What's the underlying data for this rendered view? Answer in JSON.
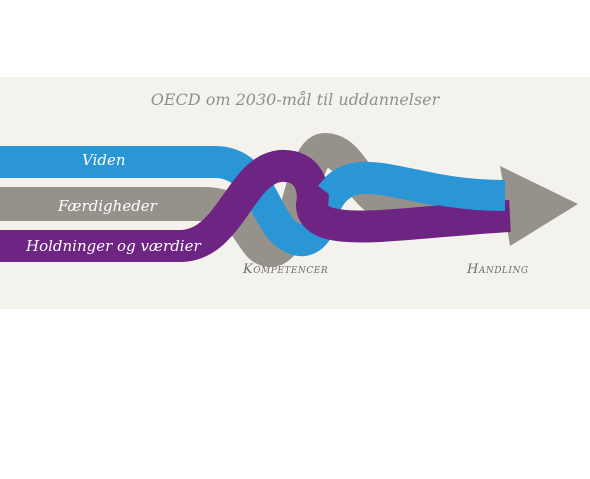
{
  "diagram": {
    "title": "OECD om 2030-mål til uddannelser",
    "strands": [
      {
        "label": "Viden",
        "color": "#2b96d6"
      },
      {
        "label": "Færdigheder",
        "color": "#97918c"
      },
      {
        "label": "Holdninger og værdier",
        "color": "#6e2483"
      }
    ],
    "captions": {
      "knot": "Kompetencer",
      "arrow": "Handling"
    },
    "colors": {
      "background": "#f4f2ed",
      "arrow": "#97918c"
    }
  }
}
